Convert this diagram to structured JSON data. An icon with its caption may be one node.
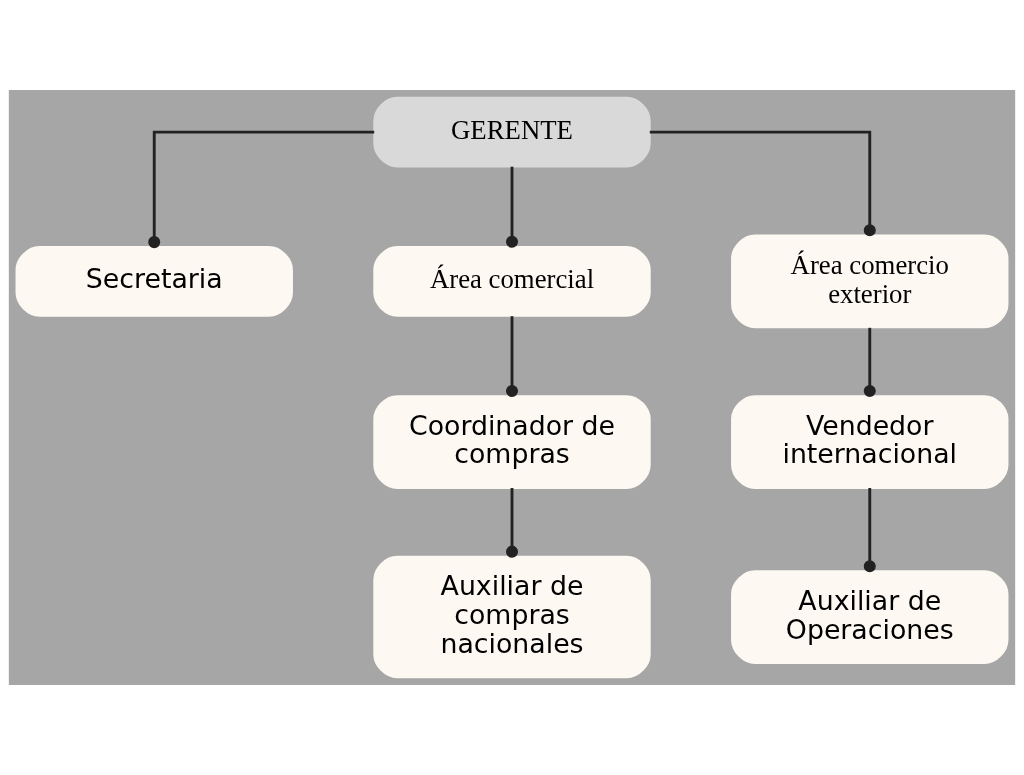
{
  "diagram": {
    "nodes": [
      {
        "text": [
          "GERENTE"
        ]
      },
      {
        "text": [
          "Secretaria"
        ]
      },
      {
        "text": [
          "Área comercial"
        ]
      },
      {
        "text": [
          "Área comercio exterior"
        ]
      },
      {
        "text": [
          "Coordinador de compras"
        ]
      },
      {
        "text": [
          "Auxiliar de compras nacionales"
        ]
      },
      {
        "text": [
          "Vendedor internacional"
        ]
      },
      {
        "text": [
          "Auxiliar de Operaciones"
        ]
      }
    ],
    "edges": [
      {
        "from": 0,
        "to": 1,
        "arrow": "other"
      },
      {
        "from": 0,
        "to": 2,
        "arrow": "other"
      },
      {
        "from": 0,
        "to": 3,
        "arrow": "other"
      },
      {
        "from": 2,
        "to": 4,
        "arrow": "other"
      },
      {
        "from": 4,
        "to": 5,
        "arrow": "other"
      },
      {
        "from": 3,
        "to": 6,
        "arrow": "other"
      },
      {
        "from": 6,
        "to": 7,
        "arrow": "other"
      }
    ]
  }
}
